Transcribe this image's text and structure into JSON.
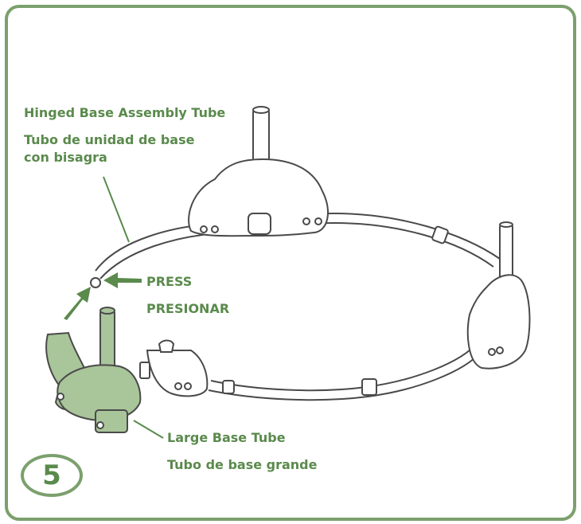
{
  "labels": {
    "hinged_en": "Hinged Base Assembly Tube",
    "hinged_es_line1": "Tubo de unidad de base",
    "hinged_es_line2": "con bisagra",
    "press_en": "PRESS",
    "press_es": "PRESIONAR",
    "large_en": "Large Base Tube",
    "large_es": "Tubo de base grande"
  },
  "step_number": "5",
  "colors": {
    "accent": "#5a8a4c",
    "frame": "#7ba06d",
    "highlight_fill": "#a9c59a",
    "outline": "#4a4a4a"
  }
}
